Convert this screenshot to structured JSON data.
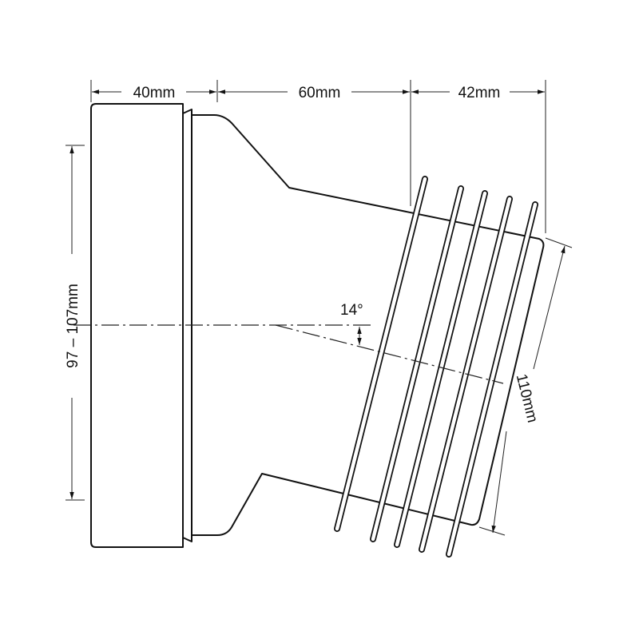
{
  "diagram": {
    "dimensions": {
      "collar_length": "40mm",
      "body_length": "60mm",
      "outlet_length": "42mm",
      "inlet_diameter": "97 – 107mm",
      "outlet_diameter": "110mm",
      "angle": "14°"
    },
    "colors": {
      "line": "#111111",
      "background": "#ffffff"
    }
  }
}
